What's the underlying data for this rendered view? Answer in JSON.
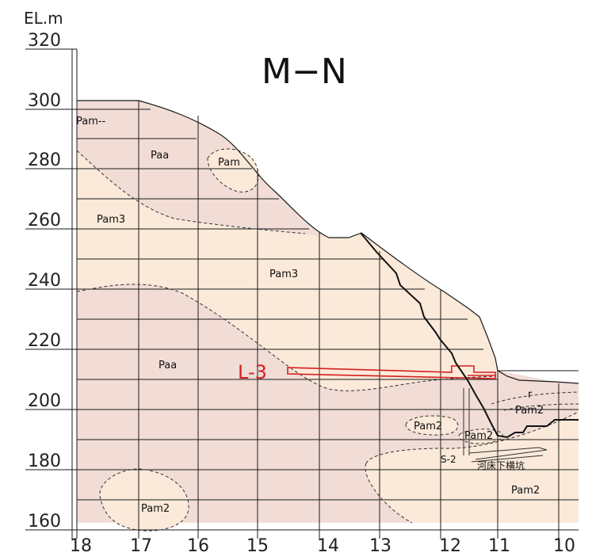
{
  "section": {
    "title": "M−N",
    "unit": "EL.m",
    "elevation_labels": [
      "320",
      "300",
      "280",
      "260",
      "240",
      "220",
      "200",
      "180",
      "160"
    ],
    "station_labels": [
      "18",
      "17",
      "16",
      "15",
      "14",
      "13",
      "12",
      "11",
      "10"
    ]
  },
  "layers": {
    "pam_top": "Pam--",
    "paa_top": "Paa",
    "pam_lens": "Pam",
    "pam3_left": "Pam3",
    "pam3_center": "Pam3",
    "paa_lower": "Paa",
    "pam2_low_left": "Pam2",
    "pam2_mid": "Pam2",
    "pam2_toe": "Pam2",
    "pam2_right": "Pam2",
    "pam2_bottom_right": "Pam2",
    "r_label": "r"
  },
  "features": {
    "l3": "L-3",
    "s2": "S-2",
    "adit": "河床下横坑"
  },
  "colors": {
    "paa_fill": "#f1dcd6",
    "pam_fill": "#fbe9d9",
    "l3_red": "#d42020",
    "grid": "#1a1a1a"
  }
}
